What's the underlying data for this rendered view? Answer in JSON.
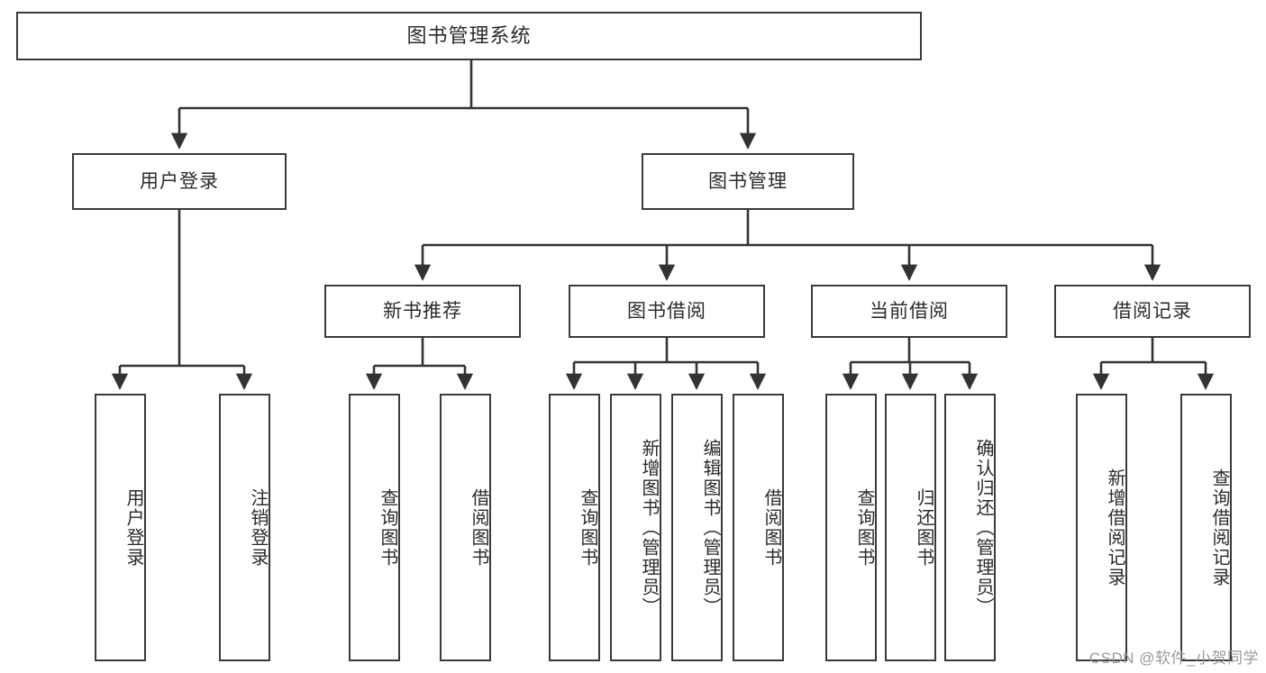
{
  "diagram": {
    "title": "图书管理系统",
    "watermark": "CSDN @软件_小贺同学",
    "levels": {
      "root": "图书管理系统",
      "level2": [
        "用户登录",
        "图书管理"
      ],
      "level3": [
        "新书推荐",
        "图书借阅",
        "当前借阅",
        "借阅记录"
      ]
    },
    "nodes": {
      "root": "图书管理系统",
      "user_login": "用户登录",
      "book_manage": "图书管理",
      "new_book_rec": "新书推荐",
      "book_borrow": "图书借阅",
      "current_borrow": "当前借阅",
      "borrow_record": "借阅记录",
      "leaf_user_login": "用户登录",
      "leaf_user_logout": "注销登录",
      "leaf_query_book_1": "查询图书",
      "leaf_borrow_book_1": "借阅图书",
      "leaf_query_book_2": "查询图书",
      "leaf_add_book_admin": "新增图书（管理员）",
      "leaf_edit_book_admin": "编辑图书（管理员）",
      "leaf_borrow_book_2": "借阅图书",
      "leaf_query_book_3": "查询图书",
      "leaf_return_book": "归还图书",
      "leaf_confirm_return_admin": "确认归还（管理员）",
      "leaf_add_borrow_record": "新增借阅记录",
      "leaf_query_borrow_record": "查询借阅记录"
    },
    "colors": {
      "stroke": "#3a3a3a",
      "fill": "#ffffff",
      "text": "#2b2b2b",
      "watermark": "#9a9a9a"
    }
  }
}
